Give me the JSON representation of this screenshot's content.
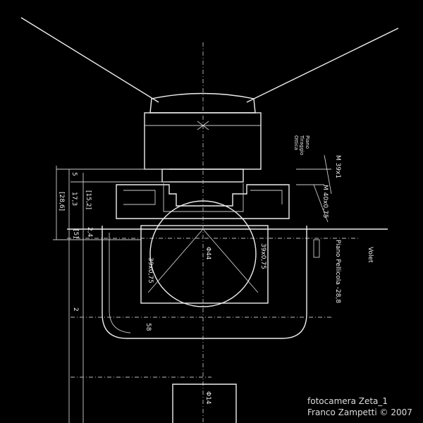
{
  "drawing": {
    "labels": {
      "piano_tiraggio": "Piano Tiraggio Ottica",
      "m39": "M 39x1",
      "m40": "M 40x0,75",
      "volet": "Volet",
      "piano_pellicola": "Piano Pellicola -28,8",
      "dim_5": "5",
      "dim_173": "17,3",
      "dim_152": "[15,2]",
      "dim_286": "[28,6]",
      "dim_5b": "[5]",
      "dim_24": "2,4",
      "dim_2": "2",
      "thread_left": "39x0,75",
      "thread_right": "39x0,75",
      "dia_44": "Φ44",
      "dia_58": "58",
      "dia_14": "Φ14"
    }
  },
  "caption": {
    "title": "fotocamera Zeta_1",
    "author": "Franco Zampetti © 2007"
  }
}
